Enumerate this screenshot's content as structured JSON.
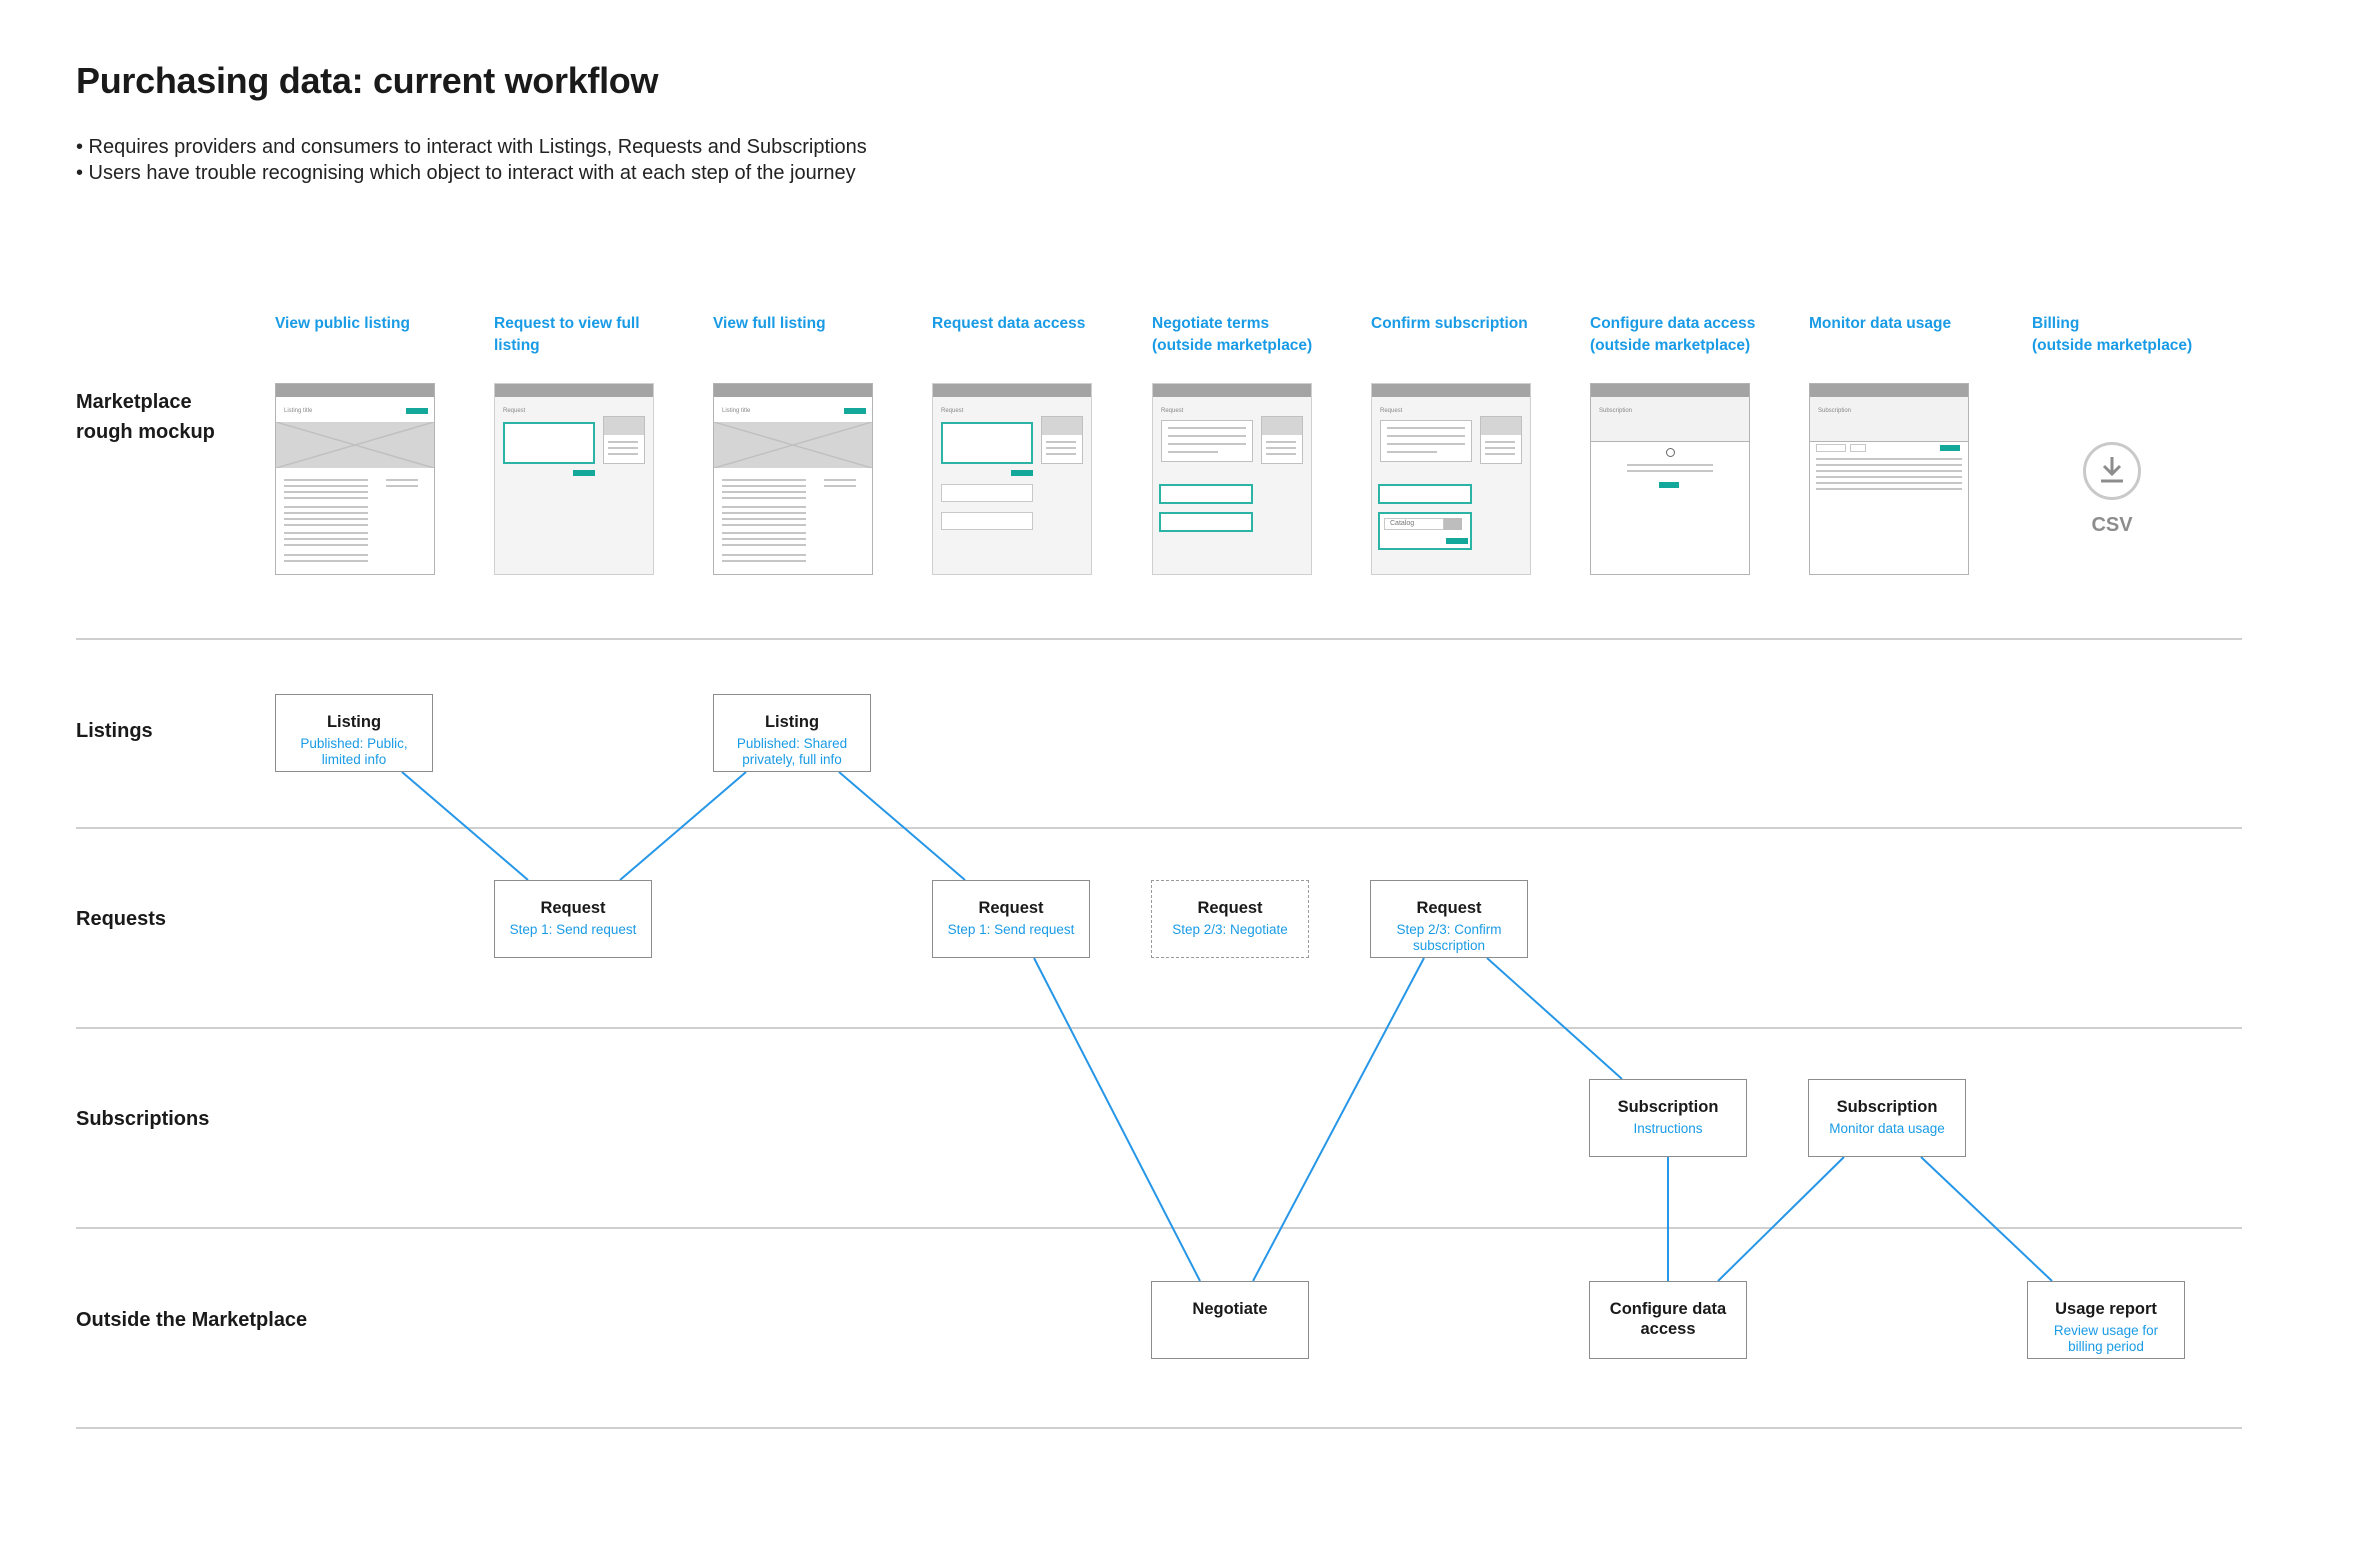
{
  "title": "Purchasing data: current workflow",
  "bullets": [
    "• Requires providers and consumers to interact with Listings, Requests and Subscriptions",
    "• Users have trouble recognising which object to interact with at each step of the journey"
  ],
  "steps": [
    {
      "line1": "View public listing",
      "line2": ""
    },
    {
      "line1": "Request to view full",
      "line2": "listing"
    },
    {
      "line1": "View full listing",
      "line2": ""
    },
    {
      "line1": "Request data access",
      "line2": ""
    },
    {
      "line1": "Negotiate terms",
      "line2": "(outside marketplace)"
    },
    {
      "line1": "Confirm subscription",
      "line2": ""
    },
    {
      "line1": "Configure data access",
      "line2": "(outside marketplace)"
    },
    {
      "line1": "Monitor data usage",
      "line2": ""
    },
    {
      "line1": "Billing",
      "line2": "(outside marketplace)"
    }
  ],
  "rows": {
    "mockup_line1": "Marketplace",
    "mockup_line2": "rough mockup",
    "listings": "Listings",
    "requests": "Requests",
    "subscriptions": "Subscriptions",
    "outside": "Outside the Marketplace"
  },
  "mockups": {
    "listing_title": "Listing title",
    "request": "Request",
    "subscription": "Subscription",
    "catalog": "Catalog",
    "csv_label": "CSV",
    "download_icon": "download-icon"
  },
  "nodes": {
    "listing_public": {
      "title": "Listing",
      "sub": "Published: Public, limited info"
    },
    "listing_shared": {
      "title": "Listing",
      "sub": "Published: Shared privately, full info"
    },
    "request_send_1": {
      "title": "Request",
      "sub": "Step 1: Send request"
    },
    "request_send_2": {
      "title": "Request",
      "sub": "Step 1: Send request"
    },
    "request_negotiate": {
      "title": "Request",
      "sub": "Step 2/3: Negotiate"
    },
    "request_confirm": {
      "title": "Request",
      "sub": "Step 2/3: Confirm subscription"
    },
    "subscription_instructions": {
      "title": "Subscription",
      "sub": "Instructions"
    },
    "subscription_monitor": {
      "title": "Subscription",
      "sub": "Monitor data usage"
    },
    "negotiate": {
      "title": "Negotiate",
      "sub": ""
    },
    "configure": {
      "title": "Configure data access",
      "sub": ""
    },
    "usage_report": {
      "title": "Usage report",
      "sub": "Review usage for billing period"
    }
  },
  "colors": {
    "accent_text": "#1a9be6",
    "connector": "#2596e8",
    "teal": "#14a89a"
  }
}
